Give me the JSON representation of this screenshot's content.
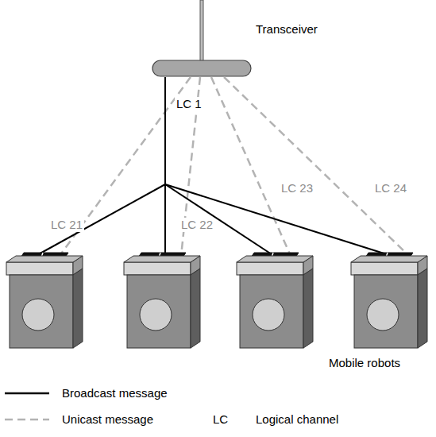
{
  "diagram": {
    "nodes": [
      {
        "text": [
          "Transceiver"
        ]
      }
    ],
    "labels": [
      "LC 1",
      "LC 21",
      "LC 22",
      "LC 23",
      "LC 24",
      "Mobile robots",
      "LC",
      "Logical channel"
    ],
    "legend": [
      {
        "text": "Broadcast message"
      },
      {
        "text": "Unicast message"
      }
    ]
  }
}
